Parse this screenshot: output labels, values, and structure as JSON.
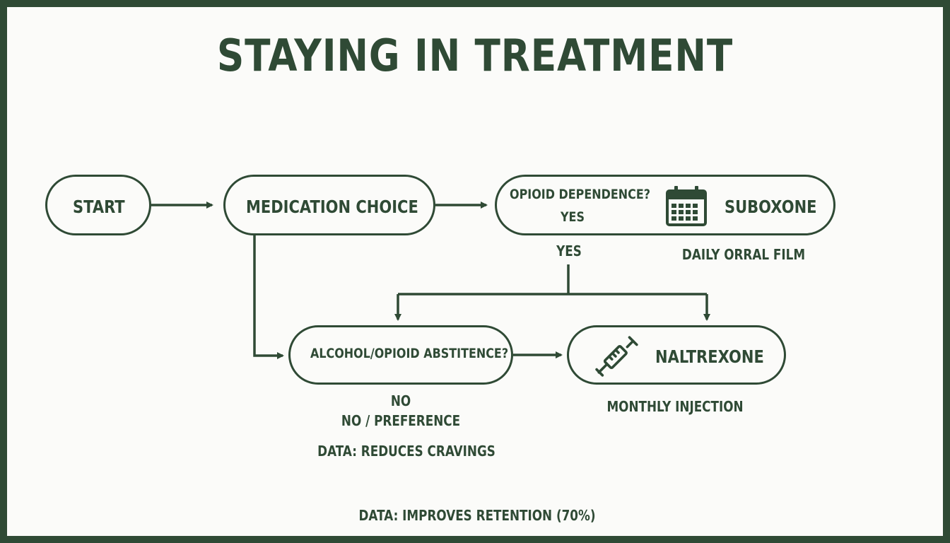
{
  "title": "STAYING IN TREATMENT",
  "colors": {
    "ink": "#2f4a35",
    "background": "#fbfbf9"
  },
  "nodes": {
    "start": "START",
    "medication_choice": "MEDICATION CHOICE",
    "opioid_question": "OPIOID DEPENDENCE?",
    "opioid_yes_inside": "YES",
    "suboxone": "SUBOXONE",
    "alcohol_question": "ALCOHOL/OPIOID ABSTITENCE?",
    "naltrexone": "NALTREXONE"
  },
  "icons": {
    "suboxone": "calendar-icon",
    "naltrexone": "syringe-icon"
  },
  "notes": {
    "yes_branch": "YES",
    "suboxone_detail": "DAILY ORRAL FILM",
    "no_branch": "NO",
    "no_preference": "NO / PREFERENCE",
    "data_cravings": "DATA: REDUCES CRAVINGS",
    "naltrexone_detail": "MONTHLY INJECTION",
    "data_retention": "DATA: IMPROVES RETENTION (70%)"
  }
}
